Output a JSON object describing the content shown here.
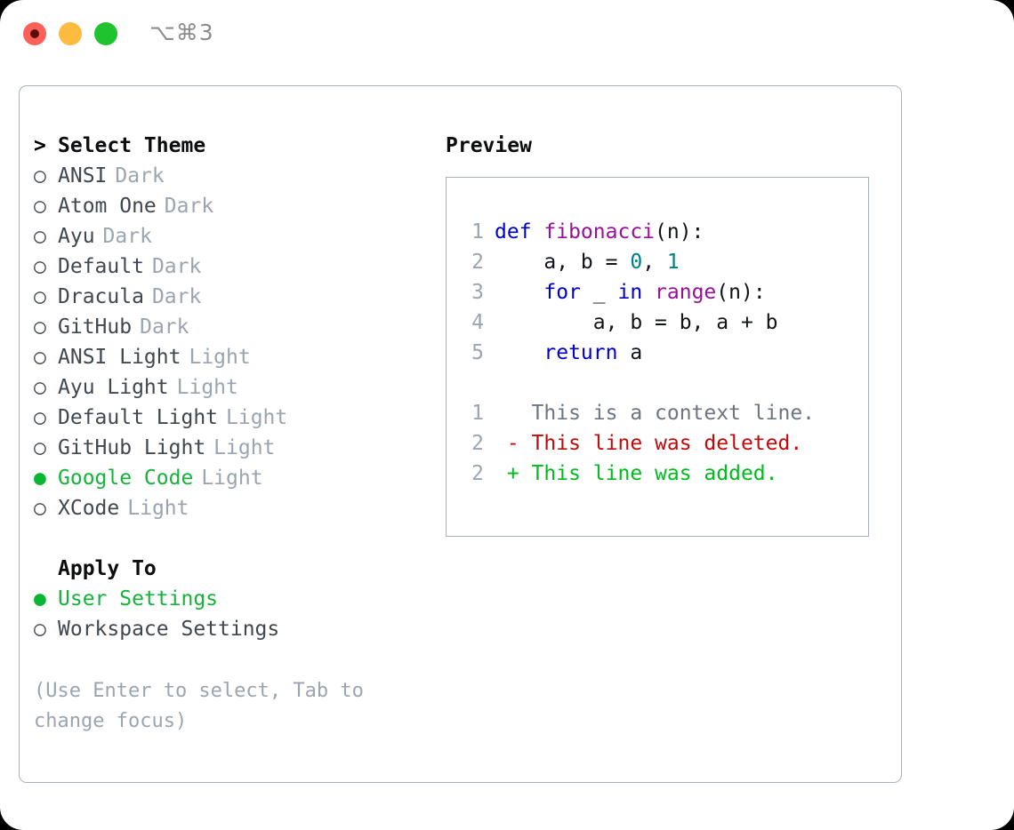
{
  "titlebar": {
    "shortcut": "⌥⌘3",
    "buttons": [
      {
        "name": "close",
        "color": "#fc6058"
      },
      {
        "name": "minimize",
        "color": "#fdbc40"
      },
      {
        "name": "maximize",
        "color": "#1fc22f"
      }
    ]
  },
  "theme_panel": {
    "prompt_marker": ">",
    "heading": "Select Theme",
    "bullet_unselected": "○",
    "bullet_selected": "●",
    "items": [
      {
        "name": "ANSI",
        "kind": "Dark",
        "selected": false
      },
      {
        "name": "Atom One",
        "kind": "Dark",
        "selected": false
      },
      {
        "name": "Ayu",
        "kind": "Dark",
        "selected": false
      },
      {
        "name": "Default",
        "kind": "Dark",
        "selected": false
      },
      {
        "name": "Dracula",
        "kind": "Dark",
        "selected": false
      },
      {
        "name": "GitHub",
        "kind": "Dark",
        "selected": false
      },
      {
        "name": "ANSI Light",
        "kind": "Light",
        "selected": false
      },
      {
        "name": "Ayu Light",
        "kind": "Light",
        "selected": false
      },
      {
        "name": "Default Light",
        "kind": "Light",
        "selected": false
      },
      {
        "name": "GitHub Light",
        "kind": "Light",
        "selected": false
      },
      {
        "name": "Google Code",
        "kind": "Light",
        "selected": true
      },
      {
        "name": "XCode",
        "kind": "Light",
        "selected": false
      }
    ]
  },
  "apply_to": {
    "heading": "Apply To",
    "options": [
      {
        "label": "User Settings",
        "selected": true
      },
      {
        "label": "Workspace Settings",
        "selected": false
      }
    ]
  },
  "hint": "(Use Enter to select, Tab to change focus)",
  "preview": {
    "title": "Preview",
    "code_lines": [
      {
        "number": "1",
        "tokens": [
          {
            "text": "def ",
            "type": "kw"
          },
          {
            "text": "fibonacci",
            "type": "fn"
          },
          {
            "text": "(n):",
            "type": "txt"
          }
        ]
      },
      {
        "number": "2",
        "tokens": [
          {
            "text": "    a, b = ",
            "type": "txt"
          },
          {
            "text": "0",
            "type": "num"
          },
          {
            "text": ", ",
            "type": "txt"
          },
          {
            "text": "1",
            "type": "num"
          }
        ]
      },
      {
        "number": "3",
        "tokens": [
          {
            "text": "    ",
            "type": "txt"
          },
          {
            "text": "for",
            "type": "kw"
          },
          {
            "text": " _ ",
            "type": "txt"
          },
          {
            "text": "in",
            "type": "kw"
          },
          {
            "text": " ",
            "type": "txt"
          },
          {
            "text": "range",
            "type": "fn"
          },
          {
            "text": "(n):",
            "type": "txt"
          }
        ]
      },
      {
        "number": "4",
        "tokens": [
          {
            "text": "        a, b = b, a + b",
            "type": "txt"
          }
        ]
      },
      {
        "number": "5",
        "tokens": [
          {
            "text": "    ",
            "type": "txt"
          },
          {
            "text": "return",
            "type": "kw"
          },
          {
            "text": " a",
            "type": "txt"
          }
        ]
      }
    ],
    "diff_lines": [
      {
        "number": "1",
        "sign": " ",
        "text": "This is a context line.",
        "type": "ctx"
      },
      {
        "number": "2",
        "sign": "-",
        "text": "This line was deleted.",
        "type": "del"
      },
      {
        "number": "2",
        "sign": "+",
        "text": "This line was added.",
        "type": "add"
      }
    ]
  },
  "colors": {
    "accent_green": "#14b33a",
    "muted": "#9aa5b1",
    "border": "#a9b3bf",
    "keyword": "#0000cc",
    "function": "#9a0f9a",
    "number": "#008080",
    "diff_add": "#00bb1e",
    "diff_del": "#c00a0a",
    "diff_ctx": "#6c7581"
  }
}
